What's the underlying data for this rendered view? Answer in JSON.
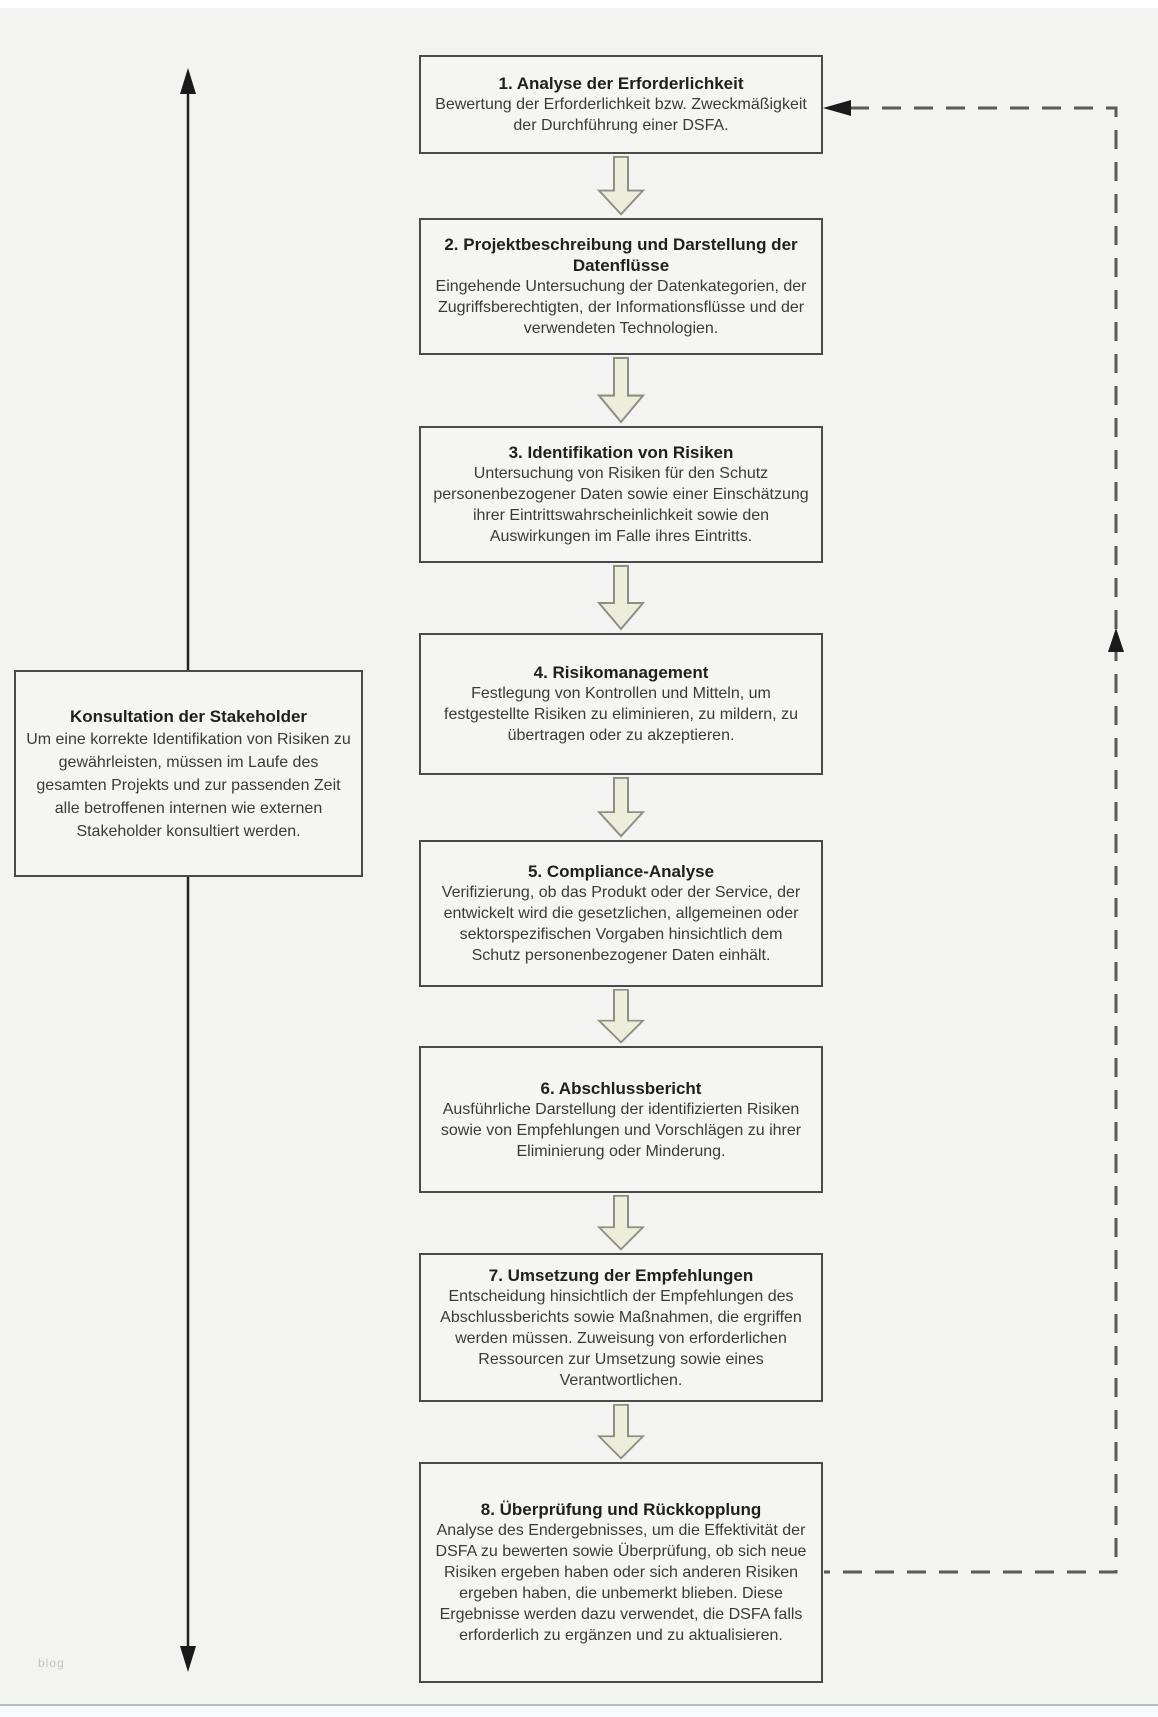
{
  "page": {
    "watermark": "blog"
  },
  "colors": {
    "page_bg": "#f3f3f1",
    "box_fill": "#f5f5f3",
    "box_border": "#4a4a4a",
    "arrow_fill": "#ecedda",
    "arrow_stroke": "#8e8e82",
    "dashed": "#5a5a5a",
    "arrowhead": "#1a1a1a",
    "text": "#3a3a3a",
    "title": "#1f1f1f"
  },
  "side_box": {
    "title": "Konsultation der Stakeholder",
    "body": "Um eine korrekte Identifikation von Risiken zu gewährleisten, müssen im Laufe des gesamten Projekts und zur passenden Zeit alle betroffenen internen wie externen Stakeholder konsultiert werden."
  },
  "steps": [
    {
      "title": "1. Analyse der Erforderlichkeit",
      "body": "Bewertung der Erforderlichkeit bzw. Zweckmäßigkeit der Durchführung einer DSFA."
    },
    {
      "title": "2. Projektbeschreibung und Darstellung der Datenflüsse",
      "body": "Eingehende Untersuchung der Datenkategorien, der Zugriffsberechtigten, der Informationsflüsse und der verwendeten Technologien."
    },
    {
      "title": "3. Identifikation von Risiken",
      "body": "Untersuchung von Risiken für den Schutz personenbezogener Daten sowie einer Einschätzung ihrer Eintrittswahrscheinlichkeit sowie den Auswirkungen im Falle ihres Eintritts."
    },
    {
      "title": "4. Risikomanagement",
      "body": "Festlegung von Kontrollen und Mitteln, um festgestellte Risiken zu eliminieren, zu mildern, zu übertragen oder zu akzeptieren."
    },
    {
      "title": "5. Compliance-Analyse",
      "body": "Verifizierung, ob das Produkt oder der Service, der entwickelt wird die gesetzlichen, allgemeinen oder sektorspezifischen Vorgaben hinsichtlich dem Schutz personenbezogener Daten einhält."
    },
    {
      "title": "6. Abschlussbericht",
      "body": "Ausführliche Darstellung der identifizierten Risiken sowie von Empfehlungen und Vorschlägen zu ihrer Eliminierung oder Minderung."
    },
    {
      "title": "7. Umsetzung der Empfehlungen",
      "body": "Entscheidung hinsichtlich der Empfehlungen des Abschlussberichts sowie Maßnahmen, die ergriffen werden müssen. Zuweisung von erforderlichen Ressourcen zur Umsetzung sowie eines Verantwortlichen."
    },
    {
      "title": "8. Überprüfung und Rückkopplung",
      "body": "Analyse des Endergebnisses, um die Effektivität der DSFA zu bewerten sowie Überprüfung, ob sich neue Risiken ergeben haben oder sich anderen Risiken ergeben haben, die unbemerkt blieben. Diese Ergebnisse werden dazu verwendet, die DSFA falls erforderlich zu ergänzen und zu aktualisieren."
    }
  ]
}
